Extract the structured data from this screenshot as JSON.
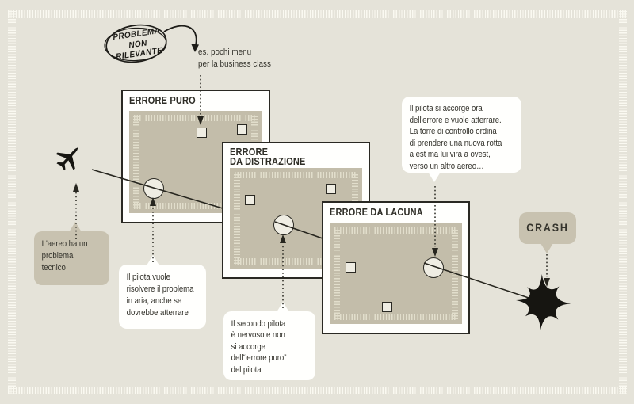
{
  "scene": {
    "background_color": "#e5e3d9",
    "panel_fill_color": "#c3bdaa",
    "bubble_tan_color": "#c8c2b0",
    "ink_color": "#2a2923"
  },
  "cloud": {
    "lines": [
      "PROBLEMA",
      "NON",
      "RILEVANTE"
    ]
  },
  "note": {
    "lines": [
      "es. pochi menu",
      "per la business class"
    ]
  },
  "panels": {
    "puro": {
      "title_lines": [
        "ERRORE PURO"
      ]
    },
    "distrazione": {
      "title_lines": [
        "ERRORE",
        "DA DISTRAZIONE"
      ]
    },
    "lacuna": {
      "title_lines": [
        "ERRORE DA LACUNA"
      ]
    }
  },
  "bubbles": {
    "aereo": {
      "lines": [
        "L'aereo ha un",
        "problema",
        "tecnico"
      ]
    },
    "pilota": {
      "lines": [
        "Il pilota vuole",
        "risolvere il problema",
        "in aria, anche se",
        "dovrebbe atterrare"
      ]
    },
    "secondo": {
      "lines": [
        "Il secondo pilota",
        "è nervoso e non",
        "si accorge",
        "dell'“errore puro”",
        "del pilota"
      ]
    },
    "torre": {
      "lines": [
        "Il pilota si accorge ora",
        "dell'errore e vuole atterrare.",
        "La torre di controllo ordina",
        "di prendere una nuova rotta",
        "a est ma lui vira a ovest,",
        "verso un altro aereo…"
      ]
    },
    "crash": {
      "label": "CRASH"
    }
  },
  "icons": {
    "airplane": "airplane-icon",
    "explosion": "explosion-starburst-icon",
    "cloud": "thought-cloud-outline"
  }
}
